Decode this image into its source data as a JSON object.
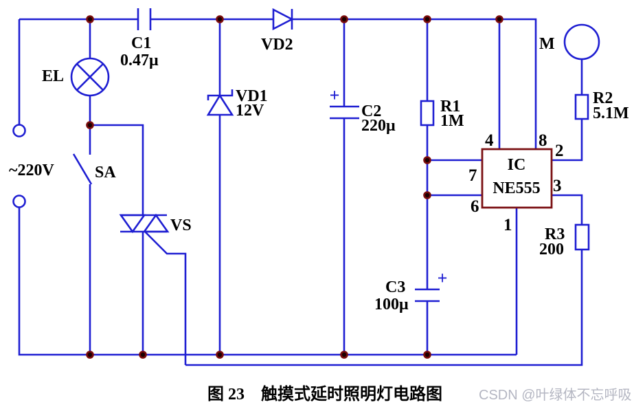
{
  "diagram": {
    "caption": "图 23　触摸式延时照明灯电路图",
    "watermark": "CSDN @叶绿体不忘呼吸",
    "source_label": "~220V"
  },
  "components": {
    "el": {
      "ref": "EL"
    },
    "sa": {
      "ref": "SA"
    },
    "vs": {
      "ref": "VS"
    },
    "c1": {
      "ref": "C1",
      "value": "0.47μ"
    },
    "vd2": {
      "ref": "VD2"
    },
    "vd1": {
      "ref": "VD1",
      "value": "12V"
    },
    "c2": {
      "ref": "C2",
      "value": "220μ",
      "polarity": "+"
    },
    "r1": {
      "ref": "R1",
      "value": "1M"
    },
    "c3": {
      "ref": "C3",
      "value": "100μ",
      "polarity": "+"
    },
    "m": {
      "ref": "M"
    },
    "r2": {
      "ref": "R2",
      "value": "5.1M"
    },
    "r3": {
      "ref": "R3",
      "value": "200"
    },
    "ic": {
      "ref": "IC",
      "part": "NE555",
      "pins": {
        "p1": "1",
        "p2": "2",
        "p3": "3",
        "p4": "4",
        "p6": "6",
        "p7": "7",
        "p8": "8"
      }
    }
  },
  "colors": {
    "wire": "#1e1ed2",
    "junction": "#7a0c0c",
    "ic_border": "#7b1114",
    "text": "#000000",
    "watermark": "#b4b6c2",
    "bg": "#ffffff"
  }
}
